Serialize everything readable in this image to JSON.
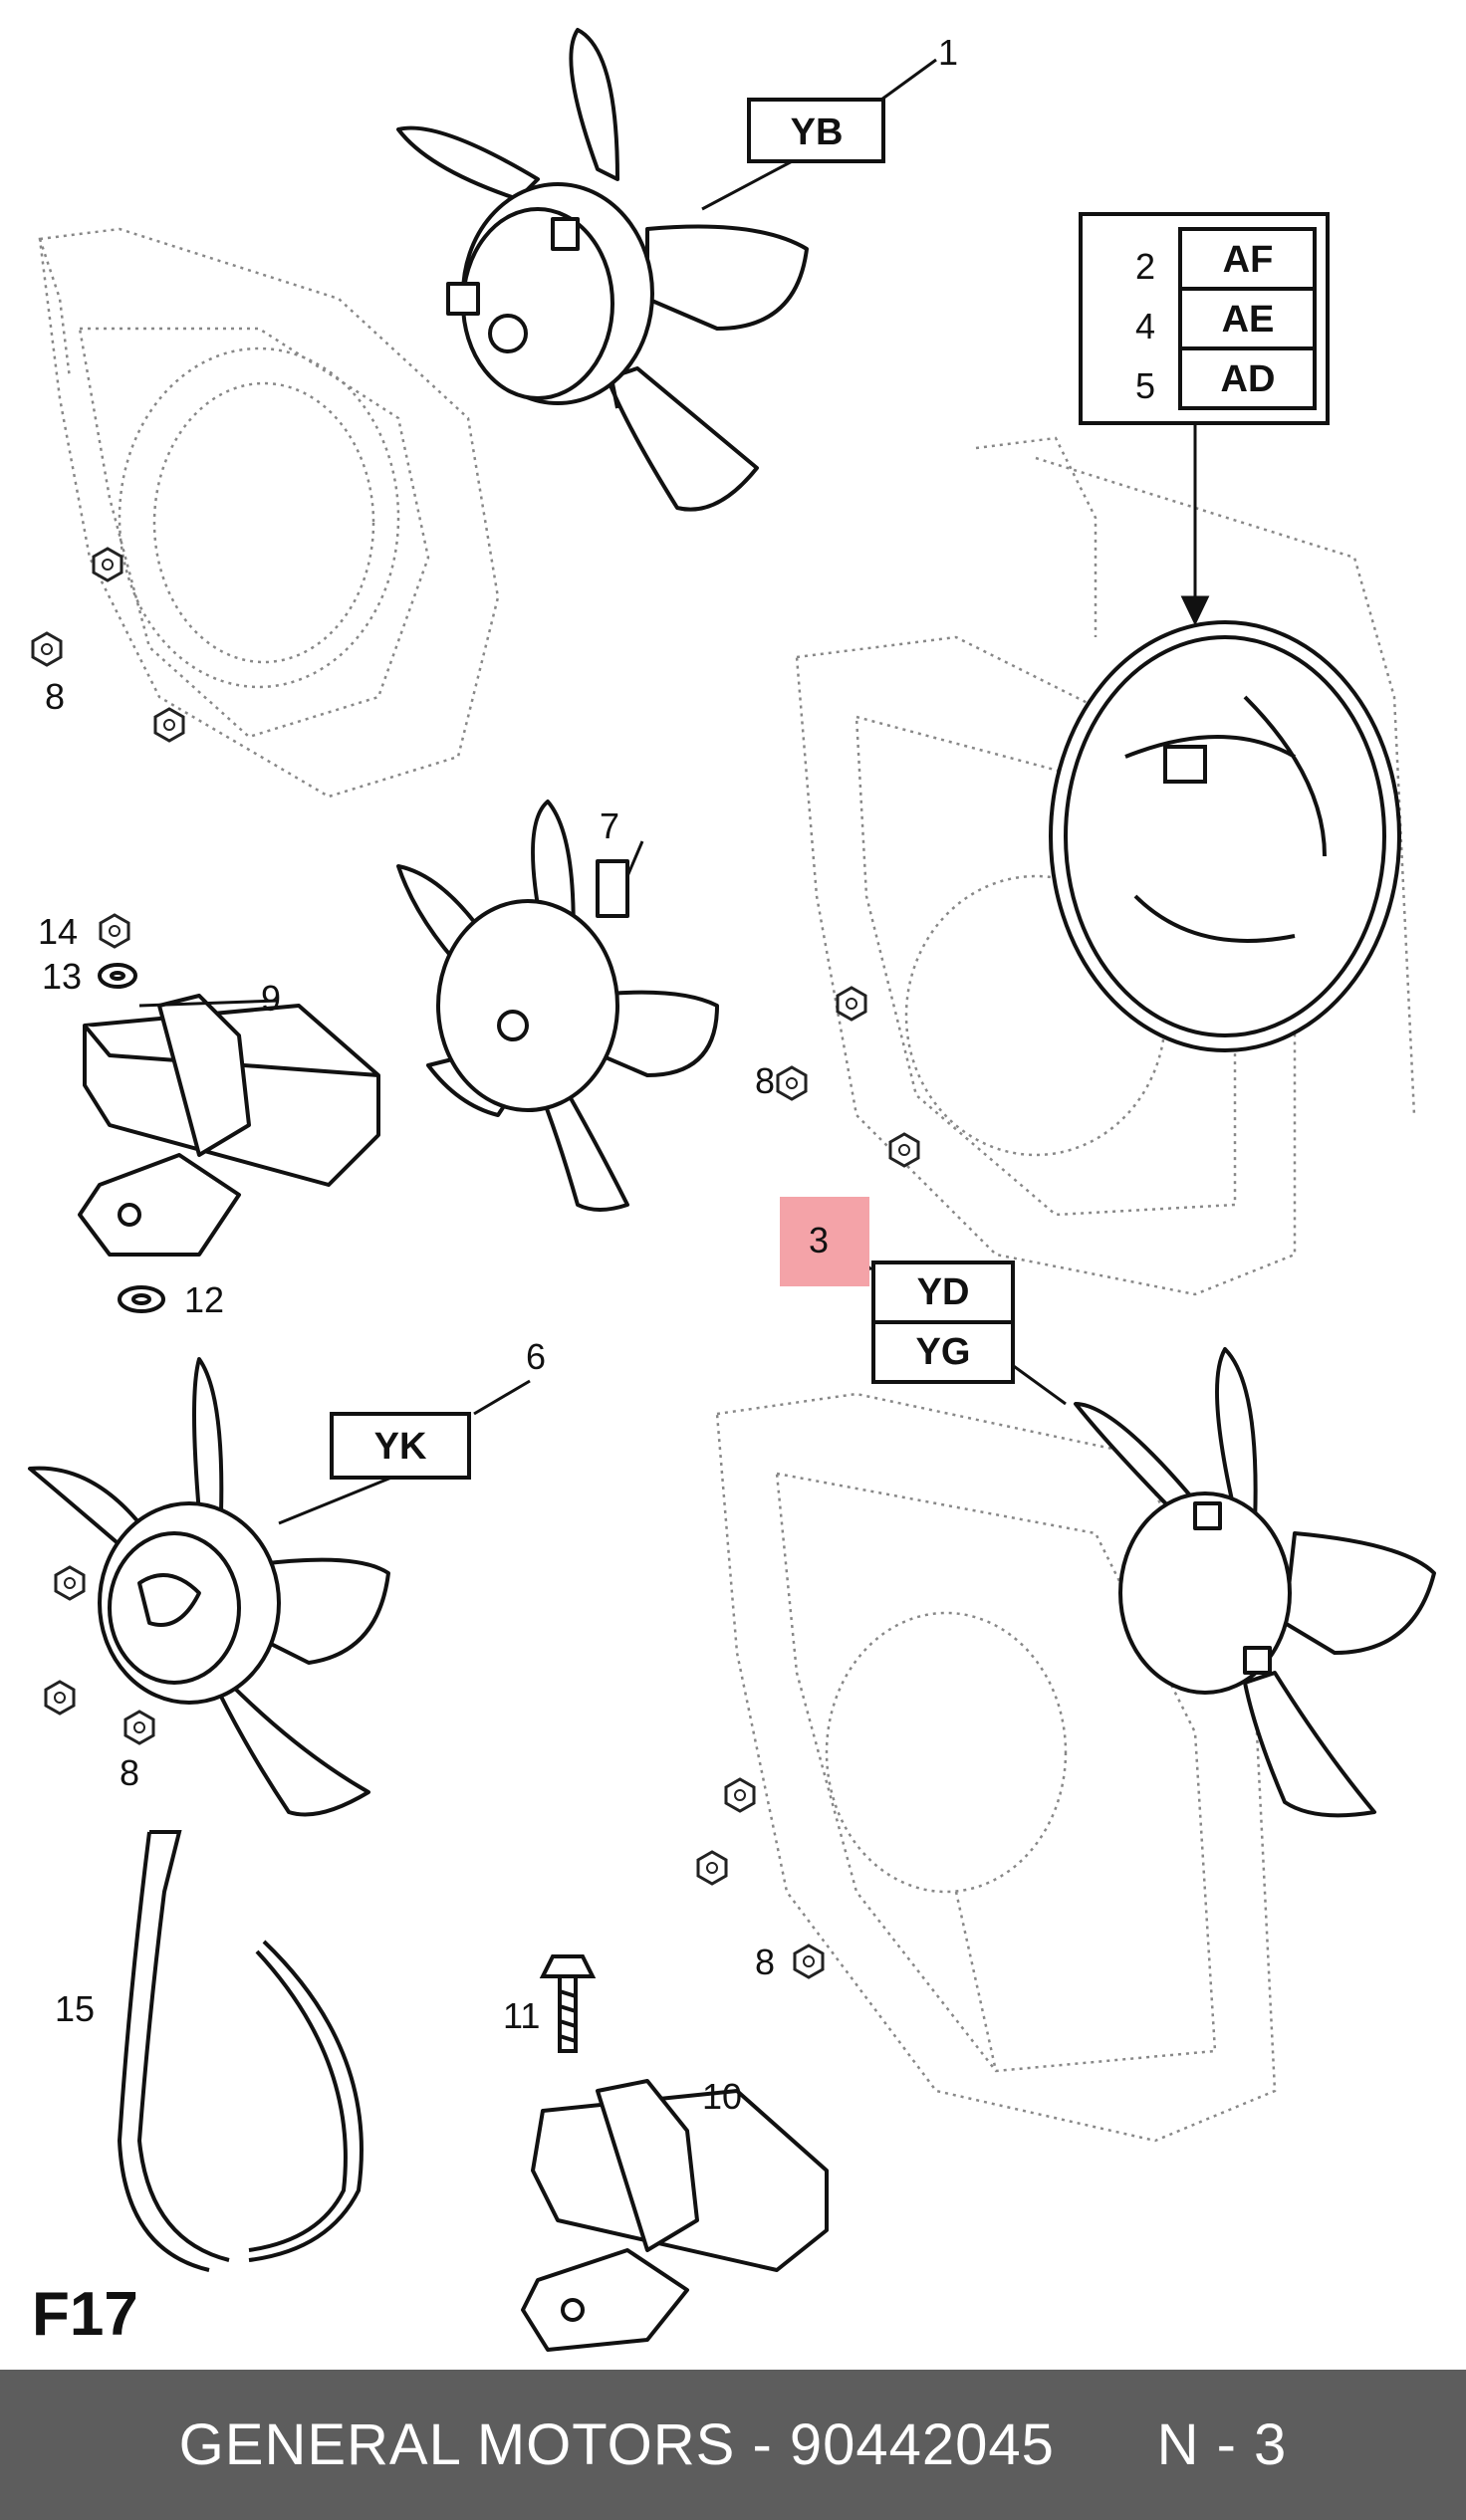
{
  "sheet_code": "F17",
  "highlight_color": "#f4a3a8",
  "footer": {
    "brand": "GENERAL MOTORS",
    "separator": " - ",
    "part_number": "90442045",
    "ref": "N - 3"
  },
  "callouts": {
    "c1": "1",
    "c2": "2",
    "c3": "3",
    "c4": "4",
    "c5": "5",
    "c6": "6",
    "c7": "7",
    "c8a": "8",
    "c8b": "8",
    "c8c": "8",
    "c8d": "8",
    "c9": "9",
    "c10": "10",
    "c11": "11",
    "c12": "12",
    "c13": "13",
    "c14": "14",
    "c15": "15"
  },
  "codes": {
    "yb": "YB",
    "af": "AF",
    "ae": "AE",
    "ad": "AD",
    "yd": "YD",
    "yg": "YG",
    "yk": "YK"
  }
}
